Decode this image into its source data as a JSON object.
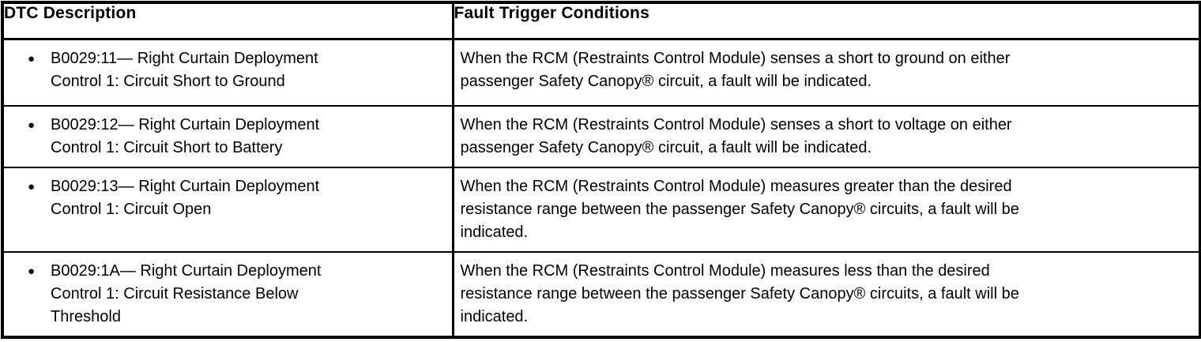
{
  "page": {
    "background": "#ffffff",
    "text_color": "#000000",
    "border_color": "#000000"
  },
  "icons": {
    "bullet_glyph": "●"
  },
  "table": {
    "headers": [
      "DTC Description",
      "Fault Trigger Conditions"
    ],
    "rows": [
      {
        "dtc_lines": [
          "B0029:11— Right Curtain Deployment",
          "Control 1: Circuit Short to Ground"
        ],
        "fault_lines": [
          "When the RCM (Restraints Control Module) senses a short to ground on either",
          "passenger Safety Canopy® circuit, a fault will be indicated."
        ]
      },
      {
        "dtc_lines": [
          "B0029:12— Right Curtain Deployment",
          "Control 1: Circuit Short to Battery"
        ],
        "fault_lines": [
          "When the RCM (Restraints Control Module) senses a short to voltage on either",
          "passenger Safety Canopy® circuit, a fault will be indicated."
        ]
      },
      {
        "dtc_lines": [
          "B0029:13— Right Curtain Deployment",
          "Control 1: Circuit Open"
        ],
        "fault_lines": [
          "When the RCM (Restraints Control Module) measures greater than the desired",
          "resistance range between the passenger Safety Canopy® circuits, a fault will be",
          "indicated."
        ]
      },
      {
        "dtc_lines": [
          "B0029:1A— Right Curtain Deployment",
          "Control 1: Circuit Resistance Below",
          "Threshold"
        ],
        "fault_lines": [
          "When the RCM (Restraints Control Module) measures less than the desired",
          "resistance range between the passenger Safety Canopy® circuits, a fault will be",
          "indicated."
        ]
      }
    ]
  }
}
